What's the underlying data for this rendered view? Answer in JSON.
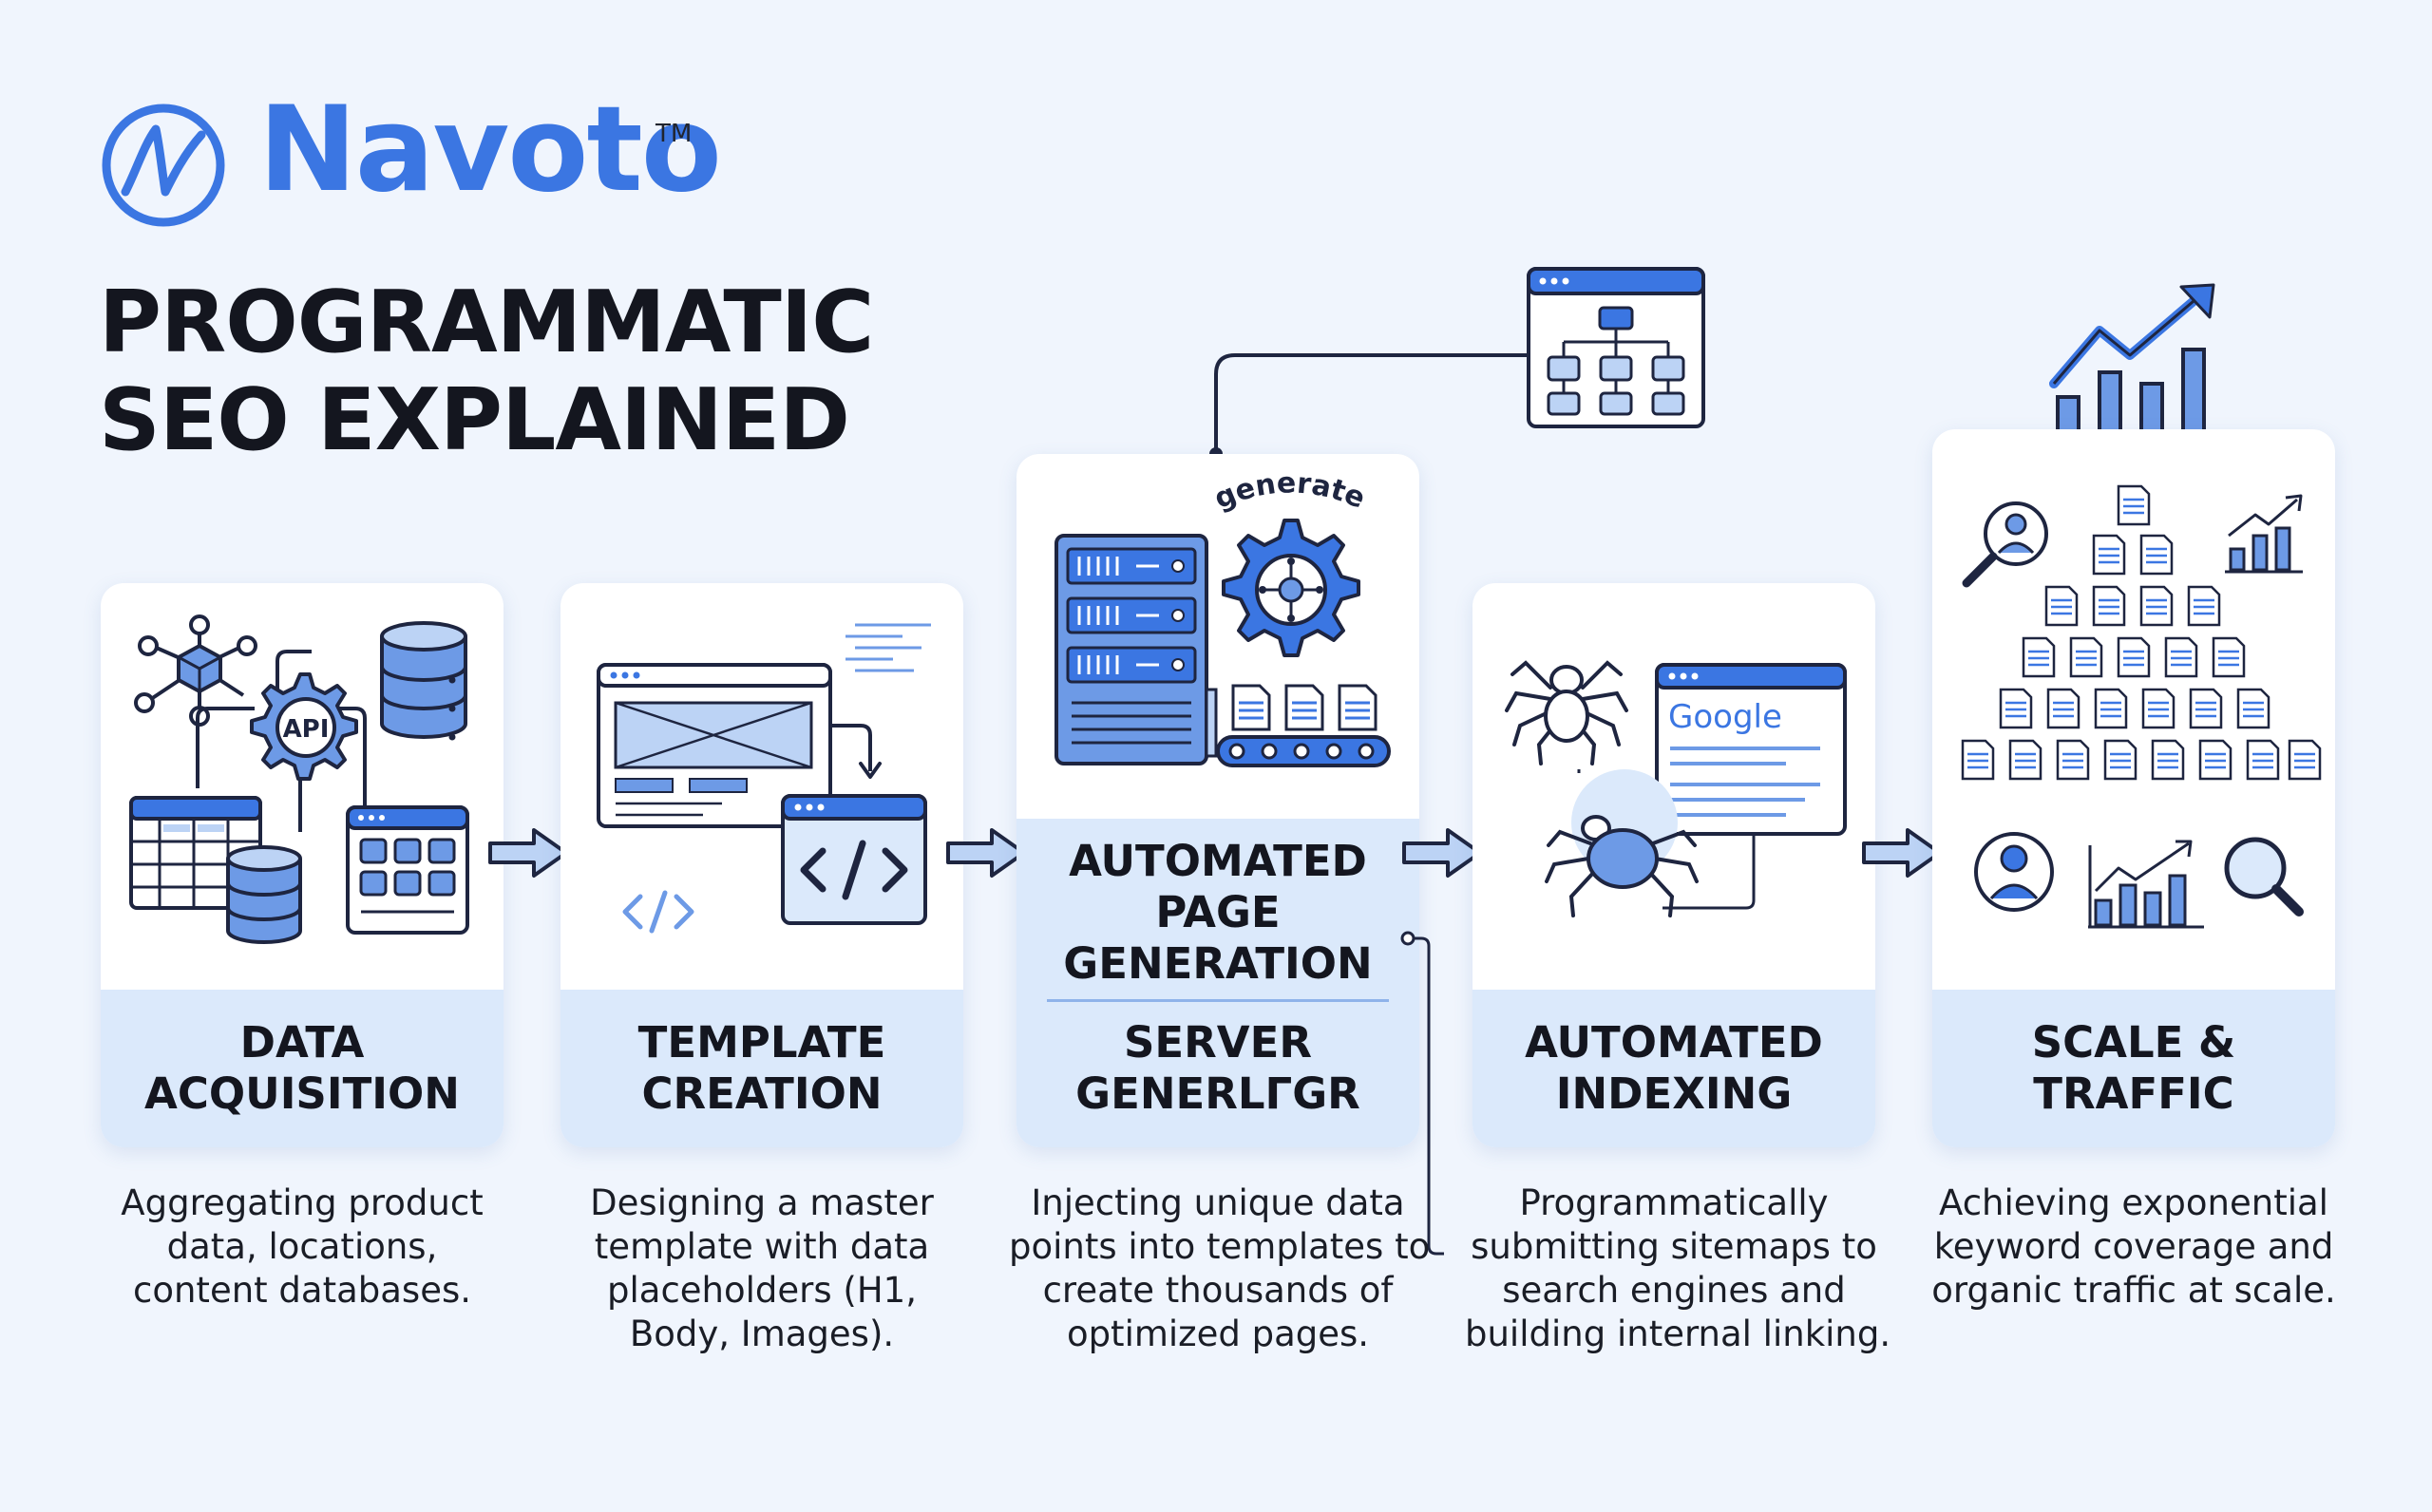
{
  "brand": {
    "name": "Navoto",
    "trademark": "TM"
  },
  "title": {
    "line1": "PROGRAMMATIC",
    "line2": "SEO EXPLAINED"
  },
  "steps": [
    {
      "label_line1": "DATA",
      "label_line2": "ACQUISITION",
      "art_text": "API",
      "desc_lines": [
        "Aggregating product",
        "data, locations,",
        "content databases."
      ]
    },
    {
      "label_line1": "TEMPLATE",
      "label_line2": "CREATION",
      "desc_lines": [
        "Designing a master",
        "template with data",
        "placeholders (H1,",
        "Body, Images)."
      ]
    },
    {
      "heading_lines": [
        "AUTOMATED",
        "PAGE",
        "GENERATION"
      ],
      "label_line1": "SERVER",
      "label_line2": "GENERLΓGR",
      "art_text": "generate",
      "desc_lines": [
        "Injecting unique data",
        "points into templates to",
        "create thousands of",
        "optimized pages."
      ]
    },
    {
      "label_line1": "AUTOMATED",
      "label_line2": "INDEXING",
      "art_text": "Google",
      "desc_lines": [
        "Programmatically",
        "submitting sitemaps to",
        "search engines and",
        "building internal linking."
      ]
    },
    {
      "label_line1": "SCALE &",
      "label_line2": "TRAFFIC",
      "desc_lines": [
        "Achieving exponential",
        "keyword coverage and",
        "organic traffic at scale."
      ]
    }
  ],
  "colors": {
    "accent": "#3b76e2",
    "icon_fill": "#6d9ae6",
    "light_fill": "#dbe9fb",
    "outline": "#1e2540",
    "background": "#f0f5fd"
  },
  "icons": [
    "logo-icon",
    "database-icon",
    "api-gear-icon",
    "network-cube-icon",
    "spreadsheet-icon",
    "grid-window-icon",
    "browser-wireframe-icon",
    "code-window-icon",
    "code-tag-icon",
    "server-rack-icon",
    "gear-icon",
    "document-icon",
    "conveyor-belt-icon",
    "sitemap-window-icon",
    "spider-icon",
    "google-search-window-icon",
    "bar-chart-growth-icon",
    "magnifier-user-icon",
    "user-avatar-icon",
    "magnifier-icon"
  ]
}
